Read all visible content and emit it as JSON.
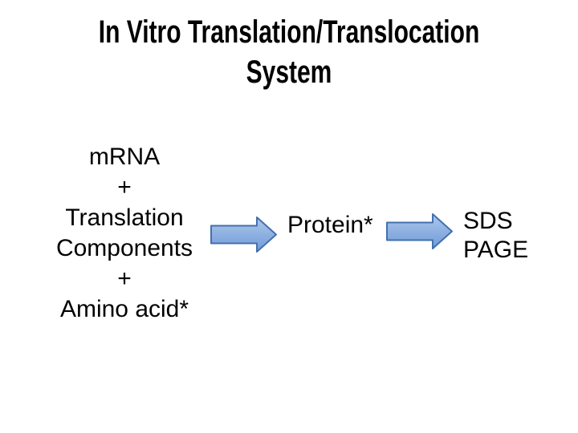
{
  "title": {
    "lines": [
      "In Vitro Translation/Translocation",
      "System"
    ]
  },
  "flow": {
    "source_lines": [
      "mRNA",
      "+",
      "Translation",
      "Components",
      "+",
      "Amino acid*"
    ],
    "arrow_icon": "right-arrow",
    "intermediate_label": "Protein*",
    "result_lines": [
      "SDS",
      "PAGE"
    ]
  },
  "colors": {
    "background": "#ffffff",
    "text": "#000000",
    "arrow_fill_top": "#aec7ea",
    "arrow_fill_bottom": "#6f9ad8",
    "arrow_border": "#4470ae"
  }
}
